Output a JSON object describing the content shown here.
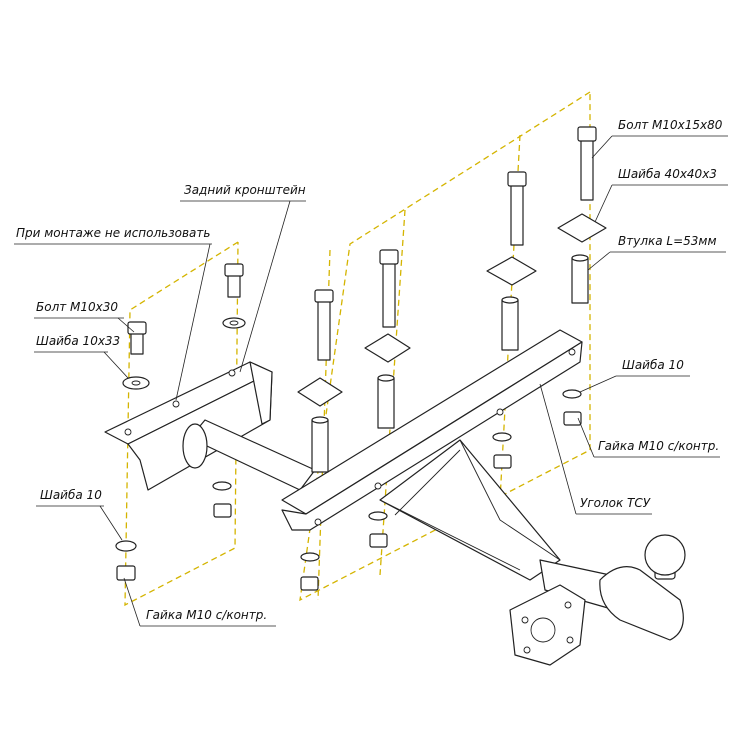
{
  "diagram": {
    "labels": {
      "bolt_m10x15x80": "Болт M10x15x80",
      "washer_40x40x3": "Шайба 40x40x3",
      "sleeve_l53": "Втулка L=53мм",
      "rear_bracket": "Задний кронштейн",
      "do_not_use": "При монтаже не использовать",
      "bolt_m10x30": "Болт M10x30",
      "washer_10x33": "Шайба 10x33",
      "washer_10_right": "Шайба 10",
      "nut_m10_right": "Гайка M10 с/контр.",
      "angle_tsu": "Уголок ТСУ",
      "washer_10_left": "Шайба 10",
      "nut_m10_left": "Гайка M10 с/контр."
    },
    "colors": {
      "guide": "#d4b400",
      "line": "#222222"
    }
  }
}
